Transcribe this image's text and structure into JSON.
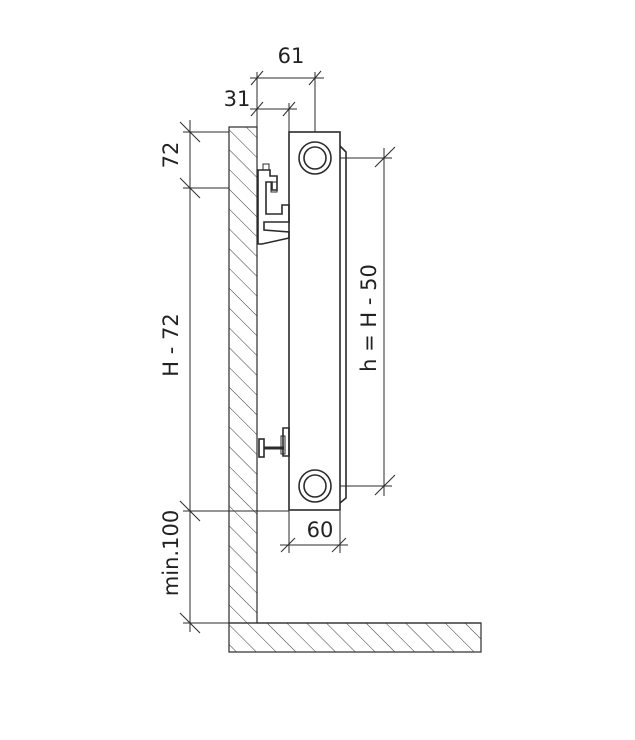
{
  "dimensions": {
    "depth_total": "61",
    "wall_to_bracket": "31",
    "top_offset": "72",
    "bracket_span": "H - 72",
    "floor_clearance": "min.100",
    "panel_depth": "60",
    "pipe_centers": "h = H - 50"
  }
}
